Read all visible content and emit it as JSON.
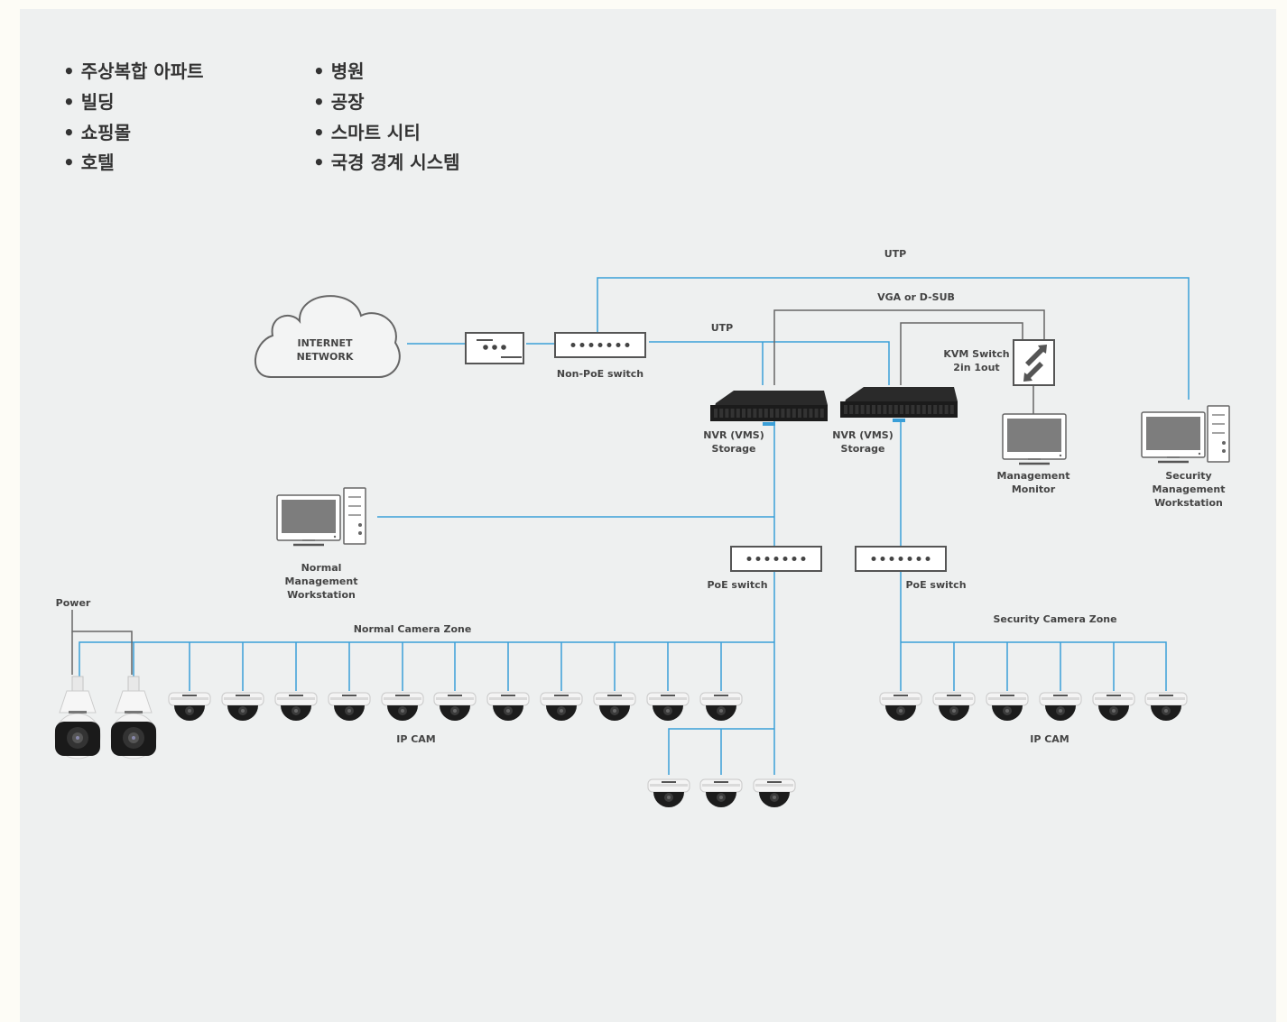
{
  "uses_left": [
    "주상복합 아파트",
    "빌딩",
    "쇼핑몰",
    "호텔"
  ],
  "uses_right": [
    "병원",
    "공장",
    "스마트 시티",
    "국경 경계 시스템"
  ],
  "bullet": "•",
  "labels": {
    "internet": [
      "INTERNET",
      "NETWORK"
    ],
    "non_poe_switch": "Non-PoE switch",
    "utp_top": "UTP",
    "vga": "VGA or D-SUB",
    "utp_mid": "UTP",
    "kvm": [
      "KVM Switch",
      "2in 1out"
    ],
    "nvr1": [
      "NVR (VMS)",
      "Storage"
    ],
    "nvr2": [
      "NVR (VMS)",
      "Storage"
    ],
    "mgmt_monitor": [
      "Management",
      "Monitor"
    ],
    "security_ws": [
      "Security",
      "Management",
      "Workstation"
    ],
    "normal_ws": [
      "Normal",
      "Management",
      "Workstation"
    ],
    "poe1": "PoE switch",
    "poe2": "PoE switch",
    "power": "Power",
    "normal_zone": "Normal Camera Zone",
    "security_zone": "Security Camera Zone",
    "ipcam_left": "IP CAM",
    "ipcam_right": "IP CAM"
  },
  "colors": {
    "link_blue": "#3a9fd8",
    "link_gray": "#666666",
    "label": "#444444",
    "nvr_body": "#2a2a2a"
  }
}
